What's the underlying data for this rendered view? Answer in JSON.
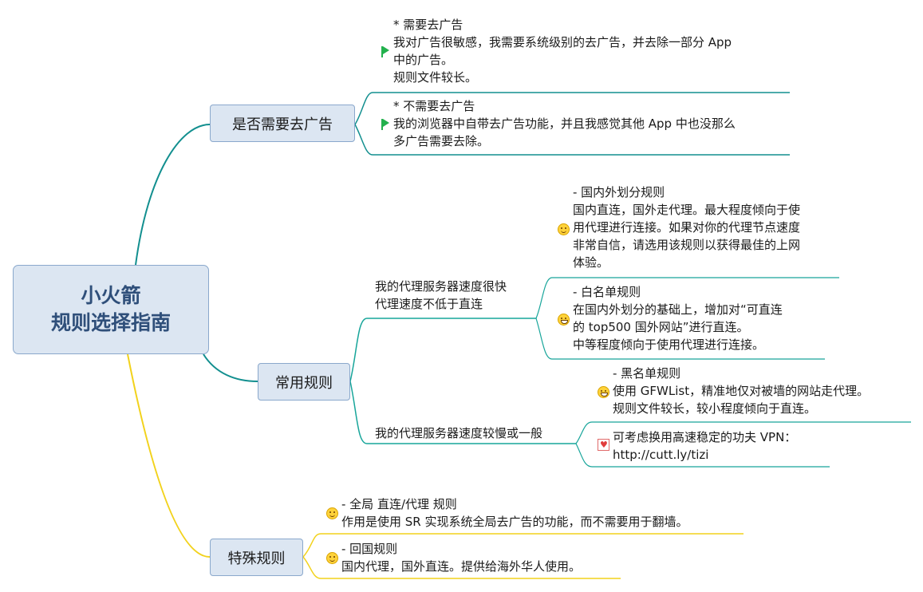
{
  "root": {
    "line1": "小火箭",
    "line2": "规则选择指南"
  },
  "branches": {
    "ads": {
      "label": "是否需要去广告"
    },
    "common": {
      "label": "常用规则"
    },
    "special": {
      "label": "特殊规则"
    }
  },
  "ads_items": [
    {
      "lines": [
        "* 需要去广告",
        "我对广告很敏感，我需要系统级别的去广告，并去除一部分 App",
        "中的广告。",
        "规则文件较长。"
      ],
      "icon": "green-flag-icon"
    },
    {
      "lines": [
        "* 不需要去广告",
        "我的浏览器中自带去广告功能，并且我感觉其他 App 中也没那么",
        "多广告需要去除。"
      ],
      "icon": "green-flag-icon"
    }
  ],
  "common_sub": [
    {
      "lines": [
        "我的代理服务器速度很快",
        "代理速度不低于直连"
      ]
    },
    {
      "lines": [
        "我的代理服务器速度较慢或一般"
      ]
    }
  ],
  "fast_items": [
    {
      "lines": [
        "- 国内外划分规则",
        "国内直连，国外走代理。最大程度倾向于使",
        "用代理进行连接。如果对你的代理节点速度",
        "非常自信，请选用该规则以获得最佳的上网",
        "体验。"
      ],
      "icon": "smiley-icon"
    },
    {
      "lines": [
        "- 白名单规则",
        "在国内外划分的基础上，增加对“可直连",
        "的 top500 国外网站”进行直连。",
        "中等程度倾向于使用代理进行连接。"
      ],
      "icon": "grin-icon"
    }
  ],
  "slow_items": [
    {
      "lines": [
        "- 黑名单规则",
        "使用 GFWList，精准地仅对被墙的网站走代理。",
        "规则文件较长，较小程度倾向于直连。"
      ],
      "icon": "grin-icon"
    },
    {
      "lines": [
        "可考虑换用高速稳定的功夫 VPN：",
        "http://cutt.ly/tizi"
      ],
      "icon": "heart-icon"
    }
  ],
  "special_items": [
    {
      "lines": [
        "- 全局 直连/代理 规则",
        "作用是使用 SR 实现系统全局去广告的功能，而不需要用于翻墙。"
      ],
      "icon": "smiley-icon"
    },
    {
      "lines": [
        "- 回国规则",
        "国内代理，国外直连。提供给海外华人使用。"
      ],
      "icon": "smiley-icon"
    }
  ],
  "colors": {
    "teal": "#128f8f",
    "yellow": "#f2d21c",
    "node_fill": "#dce6f2",
    "node_border": "#8aa8cc",
    "flag": "#23b14d"
  }
}
